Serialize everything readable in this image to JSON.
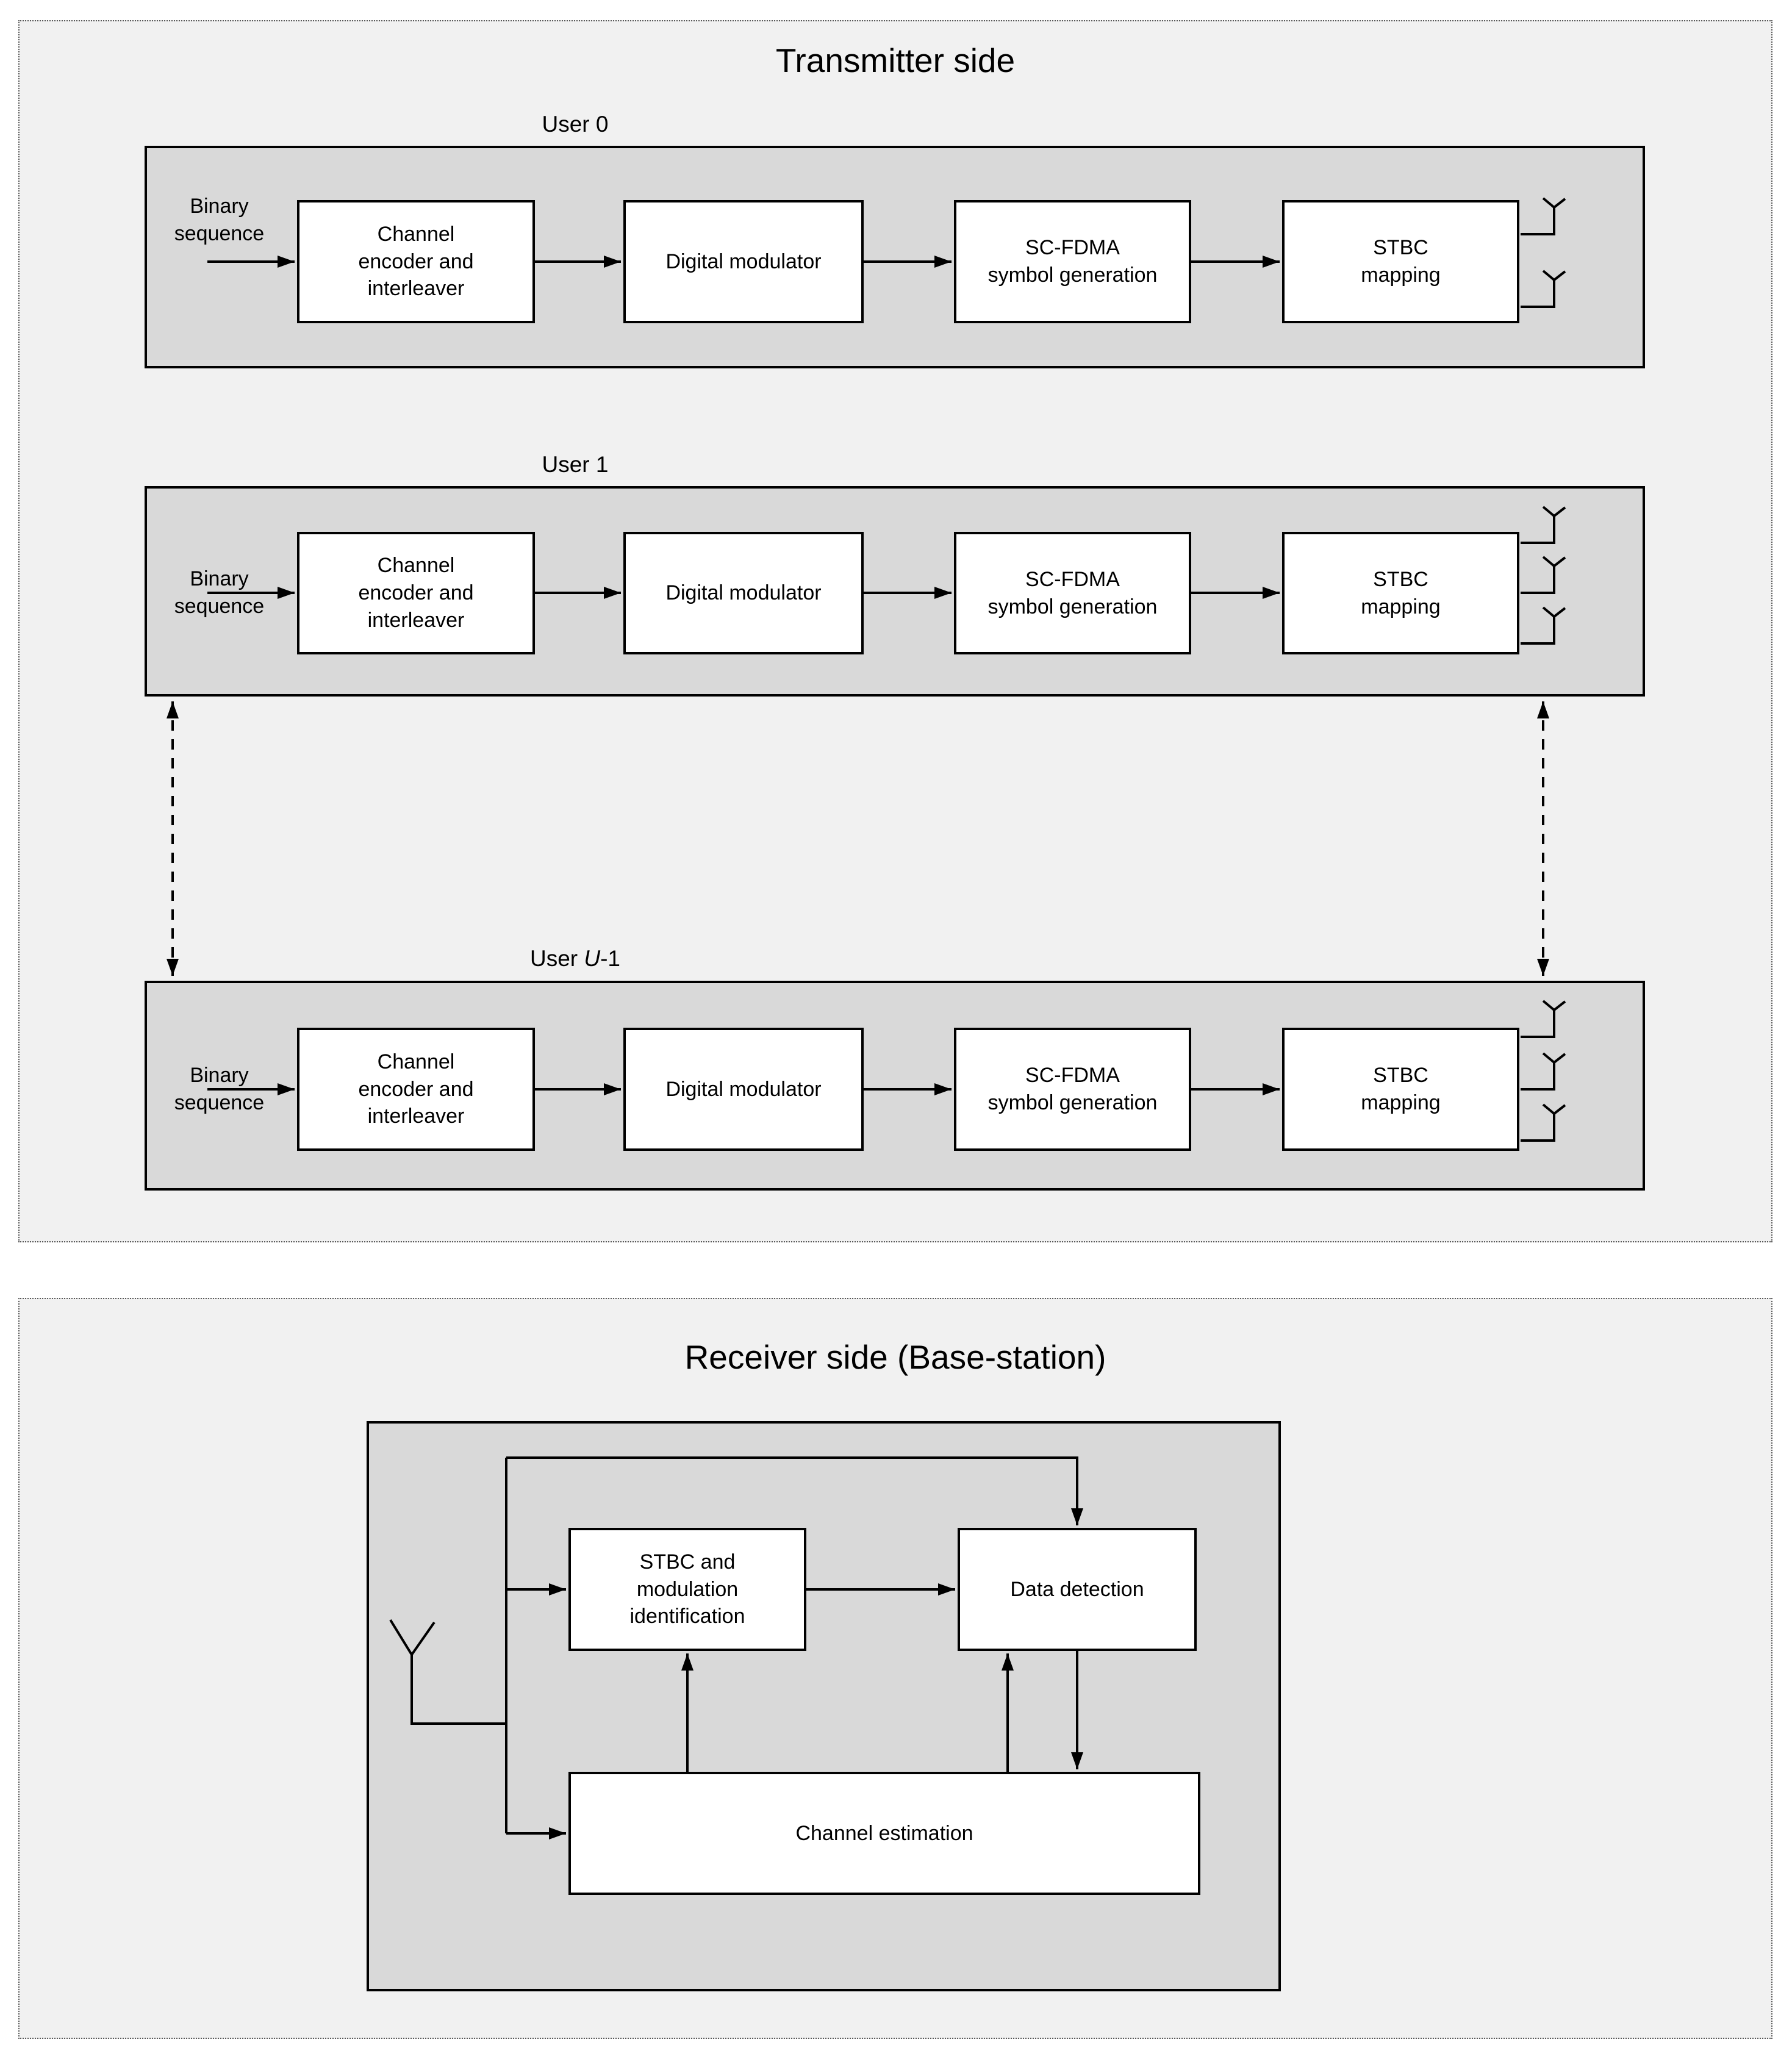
{
  "transmitter": {
    "title": "Transmitter side",
    "users": [
      {
        "label_prefix": "User 0",
        "label_italic": "",
        "label_suffix": "",
        "input_label": "Binary\nsequence",
        "antenna_count": 2,
        "blocks": [
          "Channel\nencoder and\ninterleaver",
          "Digital modulator",
          "SC-FDMA\nsymbol generation",
          "STBC\nmapping"
        ]
      },
      {
        "label_prefix": "User 1",
        "label_italic": "",
        "label_suffix": "",
        "input_label": "Binary\nsequence",
        "antenna_count": 3,
        "blocks": [
          "Channel\nencoder and\ninterleaver",
          "Digital modulator",
          "SC-FDMA\nsymbol generation",
          "STBC\nmapping"
        ]
      },
      {
        "label_prefix": "User ",
        "label_italic": "U",
        "label_suffix": "-1",
        "input_label": "Binary\nsequence",
        "antenna_count": 3,
        "blocks": [
          "Channel\nencoder and\ninterleaver",
          "Digital modulator",
          "SC-FDMA\nsymbol generation",
          "STBC\nmapping"
        ]
      }
    ]
  },
  "receiver": {
    "title": "Receiver side (Base-station)",
    "antenna_count": 1,
    "blocks": {
      "identification": "STBC and\nmodulation\nidentification",
      "data_detection": "Data detection",
      "channel_estimation": "Channel estimation"
    }
  },
  "colors": {
    "panel_bg": "#f1f1f1",
    "row_bg": "#d9d9d9",
    "box_bg": "#ffffff",
    "line": "#000000"
  }
}
